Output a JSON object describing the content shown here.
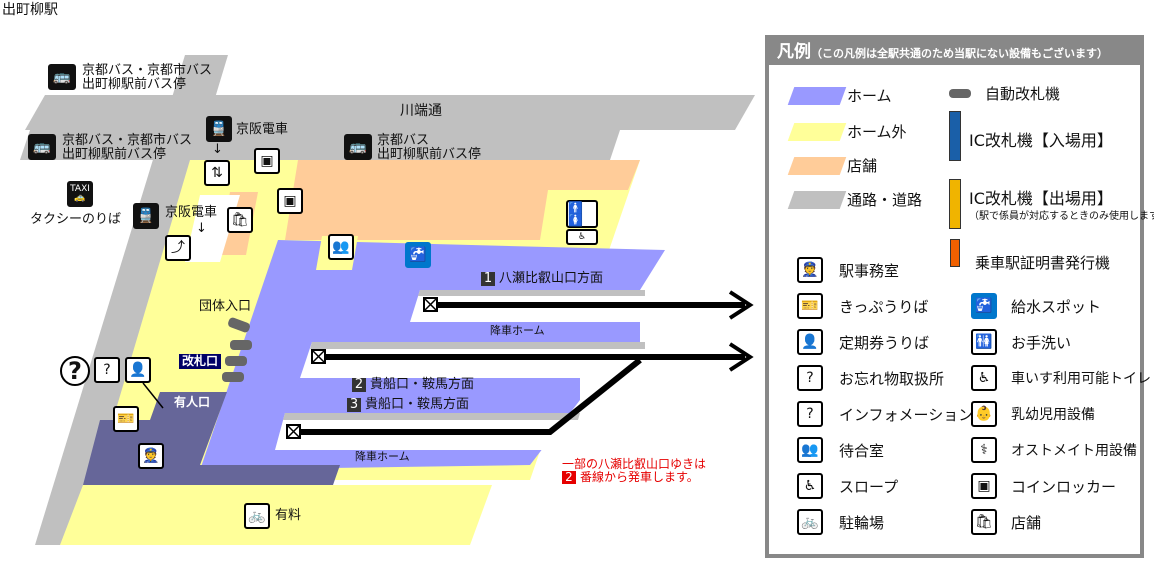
{
  "title": "出町柳駅",
  "map": {
    "road_name": "川端通",
    "bus1": [
      "京都バス・京都市バス",
      "出町柳駅前バス停"
    ],
    "bus2": [
      "京都バス・京都市バス",
      "出町柳駅前バス停"
    ],
    "bus3": [
      "京都バス",
      "出町柳駅前バス停"
    ],
    "taxi_badge": "TAXI",
    "taxi": "タクシーのりば",
    "keihan1": "京阪電車",
    "keihan2": "京阪電車",
    "group_entrance": "団体入口",
    "gate": "改札口",
    "staffed_gate": "有人口",
    "platform1_num": "1",
    "platform1": "八瀬比叡山口方面",
    "platform2_num": "2",
    "platform2": "貴船口・鞍馬方面",
    "platform3_num": "3",
    "platform3": "貴船口・鞍馬方面",
    "arrival1": "降車ホーム",
    "arrival2": "降車ホーム",
    "bike": "有料",
    "note_line1": "一部の八瀬比叡山口ゆきは",
    "note_num": "2",
    "note_line2": "番線から発車します。"
  },
  "colors": {
    "platform": "#9999ff",
    "outside": "#ffff99",
    "shop": "#ffcc99",
    "road": "#c0c0c0",
    "staffed": "#666699",
    "note": "#e60000"
  },
  "legend": {
    "title": "凡例",
    "subtitle": "（この凡例は全駅共通のため当駅にない設備もございます）",
    "areas": [
      "ホーム",
      "ホーム外",
      "店舗",
      "通路・道路"
    ],
    "gates": {
      "auto": "自動改札機",
      "ic_in": "IC改札機【入場用】",
      "ic_out": "IC改札機【出場用】",
      "ic_out_note": "（駅で係員が対応するときのみ使用します）",
      "cert": "乗車駅証明書発行機"
    },
    "left": [
      "駅事務室",
      "きっぷうりば",
      "定期券うりば",
      "お忘れ物取扱所",
      "インフォメーション",
      "待合室",
      "スロープ",
      "駐輪場"
    ],
    "right": [
      "給水スポット",
      "お手洗い",
      "車いす利用可能トイレ",
      "乳幼児用設備",
      "オストメイト用設備",
      "コインロッカー",
      "店舗"
    ]
  }
}
